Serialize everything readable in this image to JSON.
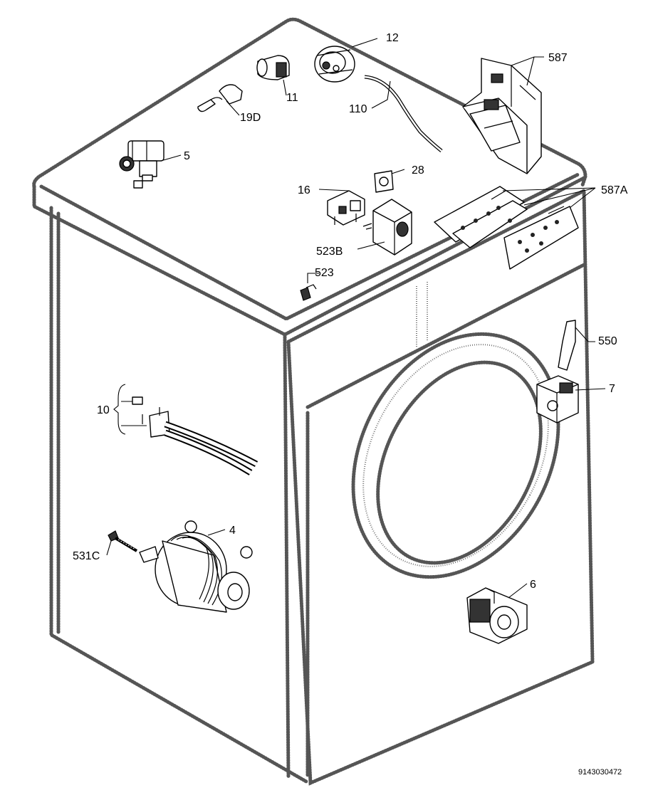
{
  "diagram": {
    "document_number": "9143030472",
    "callouts": [
      "12",
      "11",
      "19D",
      "110",
      "587",
      "5",
      "28",
      "16",
      "587A",
      "523B",
      "523",
      "550",
      "7",
      "10",
      "4",
      "531C",
      "6"
    ]
  }
}
